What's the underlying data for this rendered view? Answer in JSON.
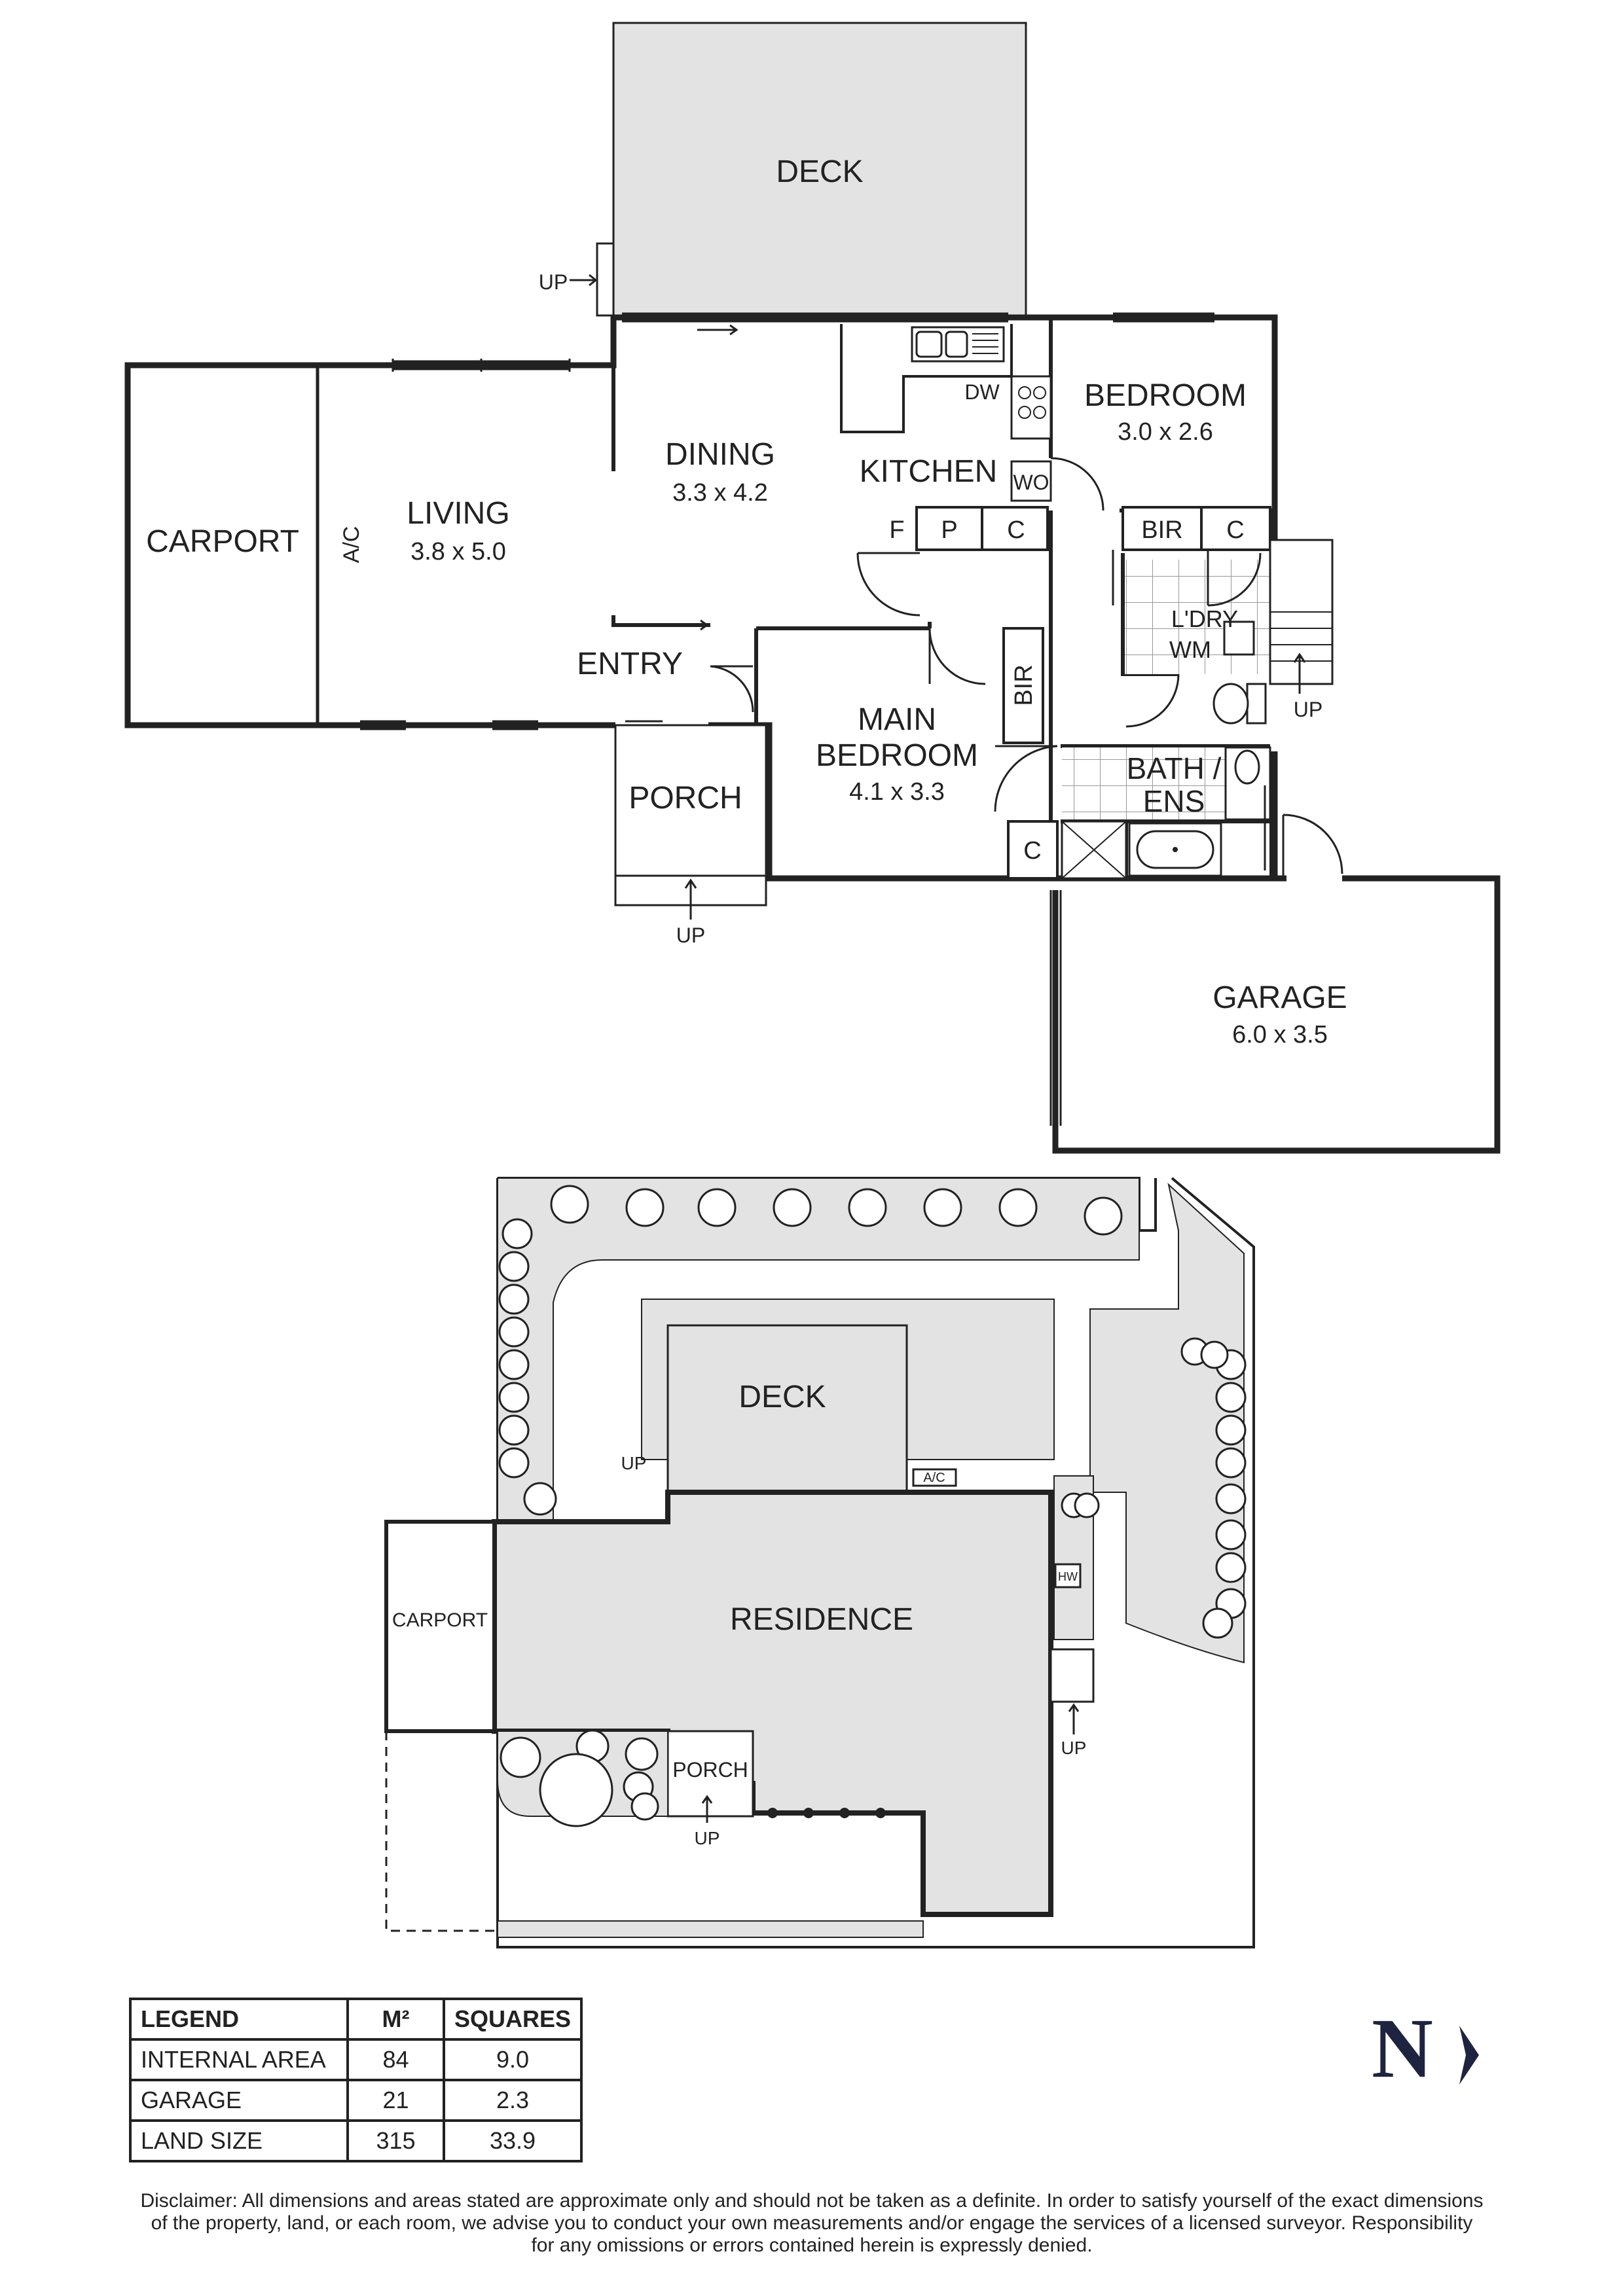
{
  "floor_plan": {
    "rooms": {
      "deck": "DECK",
      "carport": "CARPORT",
      "living": "LIVING",
      "living_dim": "3.8 x 5.0",
      "ac": "A/C",
      "dining": "DINING",
      "dining_dim": "3.3 x 4.2",
      "kitchen": "KITCHEN",
      "dw": "DW",
      "wo": "WO",
      "f": "F",
      "p": "P",
      "c_kitchen": "C",
      "bedroom": "BEDROOM",
      "bedroom_dim": "3.0 x 2.6",
      "bir_bedroom": "BIR",
      "c_bedroom": "C",
      "laundry": "L'DRY",
      "wm": "WM",
      "entry": "ENTRY",
      "main_bedroom_l1": "MAIN",
      "main_bedroom_l2": "BEDROOM",
      "main_bedroom_dim": "4.1 x 3.3",
      "bir_main": "BIR",
      "bath_l1": "BATH /",
      "bath_l2": "ENS",
      "c_bath": "C",
      "porch": "PORCH",
      "garage": "GARAGE",
      "garage_dim": "6.0 x 3.5"
    },
    "up_labels": {
      "deck": "UP",
      "porch": "UP",
      "laundry": "UP"
    }
  },
  "site_plan": {
    "deck": "DECK",
    "residence": "RESIDENCE",
    "carport": "CARPORT",
    "porch": "PORCH",
    "ac": "A/C",
    "hw": "HW",
    "up_deck": "UP",
    "up_porch": "UP",
    "up_side": "UP"
  },
  "legend": {
    "headers": [
      "LEGEND",
      "M²",
      "SQUARES"
    ],
    "rows": [
      {
        "label": "INTERNAL AREA",
        "m2": "84",
        "squares": "9.0"
      },
      {
        "label": "GARAGE",
        "m2": "21",
        "squares": "2.3"
      },
      {
        "label": "LAND SIZE",
        "m2": "315",
        "squares": "33.9"
      }
    ]
  },
  "north": "N",
  "disclaimer": {
    "line1": "Disclaimer: All dimensions and areas stated are approximate only and should not be taken as a definite. In order to satisfy yourself of the exact dimensions",
    "line2": "of the property, land, or each room, we advise you to conduct your own measurements and/or engage the services of a licensed surveyor. Responsibility",
    "line3": "for any omissions or errors contained herein is expressly denied."
  },
  "colors": {
    "wall": "#222222",
    "fill": "#e3e3e3",
    "text": "#222222",
    "north": "#1e2340"
  }
}
